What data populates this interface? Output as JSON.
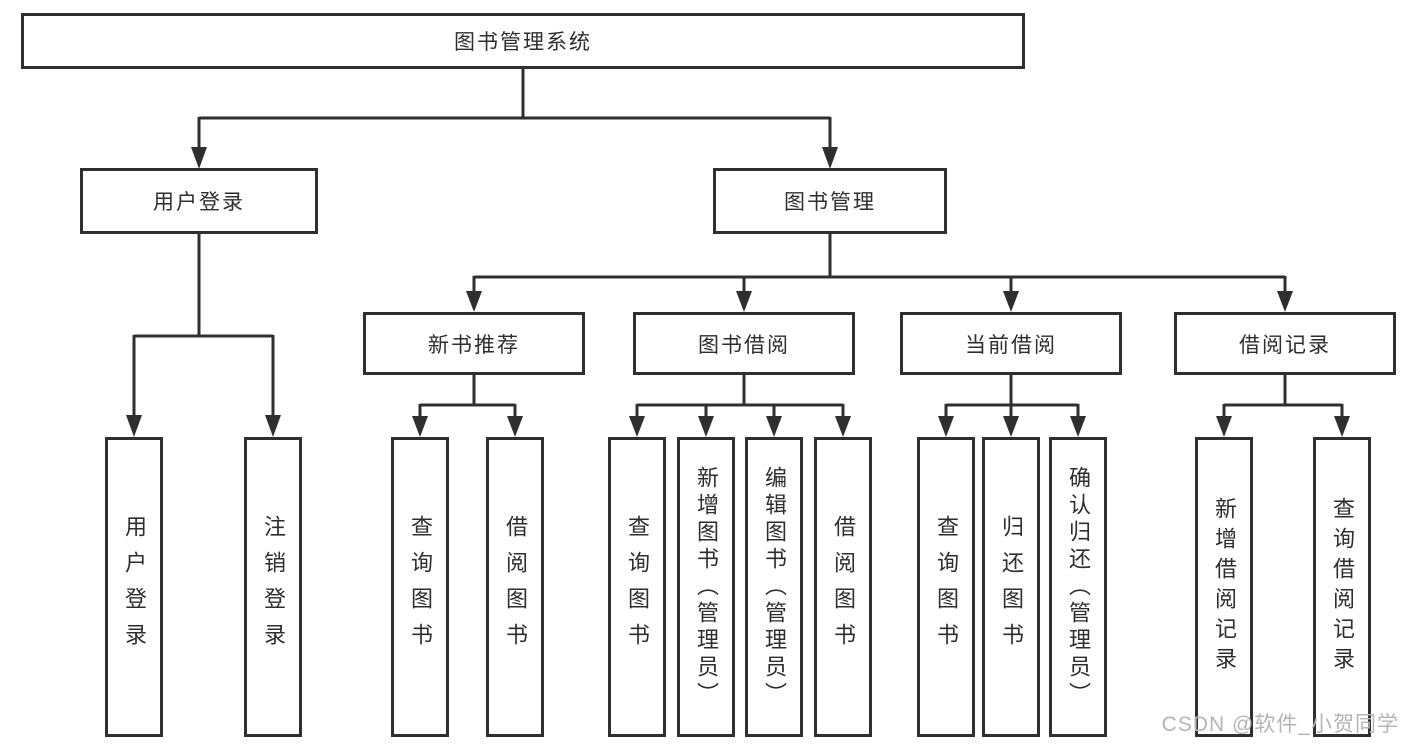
{
  "diagram": {
    "root": {
      "label": "图书管理系统",
      "children": [
        {
          "label": "用户登录",
          "children": [
            {
              "label": "用户登录"
            },
            {
              "label": "注销登录"
            }
          ]
        },
        {
          "label": "图书管理",
          "children": [
            {
              "label": "新书推荐",
              "children": [
                {
                  "label": "查询图书"
                },
                {
                  "label": "借阅图书"
                }
              ]
            },
            {
              "label": "图书借阅",
              "children": [
                {
                  "label": "查询图书"
                },
                {
                  "label": "新增图书（管理员）"
                },
                {
                  "label": "编辑图书（管理员）"
                },
                {
                  "label": "借阅图书"
                }
              ]
            },
            {
              "label": "当前借阅",
              "children": [
                {
                  "label": "查询图书"
                },
                {
                  "label": "归还图书"
                },
                {
                  "label": "确认归还（管理员）"
                }
              ]
            },
            {
              "label": "借阅记录",
              "children": [
                {
                  "label": "新增借阅记录"
                },
                {
                  "label": "查询借阅记录"
                }
              ]
            }
          ]
        }
      ]
    }
  },
  "watermark": {
    "text": "CSDN @软件_小贺同学",
    "color": "#b5b5b5"
  },
  "colors": {
    "line": "#2f2f2f",
    "box_border": "#2f2f2f",
    "box_fill": "#ffffff",
    "text": "#2e2e2e",
    "background": "#ffffff"
  }
}
